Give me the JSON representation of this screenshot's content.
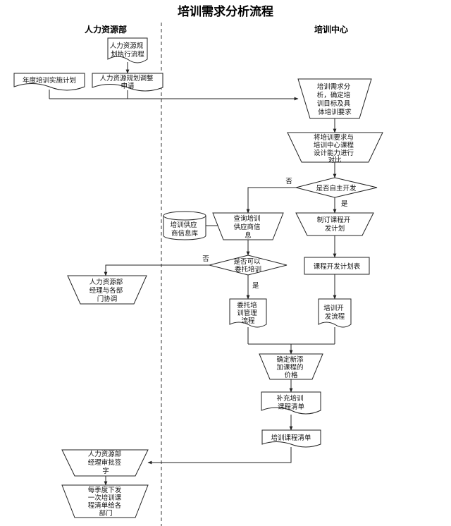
{
  "title": "培训需求分析流程",
  "lanes": {
    "left": "人力资源部",
    "right": "培训中心"
  },
  "nodes": {
    "hr_plan_process": [
      "人力资源规",
      "划执行流程"
    ],
    "annual_plan": [
      "年度培训实施计划"
    ],
    "hr_adjust": [
      "人力资源规划调整",
      "申请"
    ],
    "analyze_needs": [
      "培训需求分",
      "析，确定培",
      "训目标及具",
      "体培训要求"
    ],
    "compare": [
      "将培训要求与",
      "培训中心课程",
      "设计能力进行",
      "对比"
    ],
    "self_develop": [
      "是否自主开发"
    ],
    "query_supplier": [
      "查询培训",
      "供应商信",
      "息"
    ],
    "supplier_db": [
      "培训供应",
      "商信息库"
    ],
    "plan_dev": [
      "制订课程开",
      "发计划"
    ],
    "can_outsource": [
      "是否可以",
      "委托培训"
    ],
    "dev_schedule": [
      "课程开发计划表"
    ],
    "hr_coordinate": [
      "人力资源部",
      "经理与各部",
      "门协调"
    ],
    "outsource_process": [
      "委托培",
      "训管理",
      "流程"
    ],
    "dev_process": [
      "培训开",
      "发流程"
    ],
    "price": [
      "确定新添",
      "加课程的",
      "价格"
    ],
    "supplement": [
      "补充培训",
      "课程清单"
    ],
    "course_list": [
      "培训课程清单"
    ],
    "hr_approve": [
      "人力资源部",
      "经理审批签",
      "字"
    ],
    "quarterly": [
      "每季度下发",
      "一次培训课",
      "程清单给各",
      "部门"
    ]
  },
  "labels": {
    "no_1": "否",
    "yes_1": "是",
    "no_2": "否",
    "yes_2": "是"
  }
}
